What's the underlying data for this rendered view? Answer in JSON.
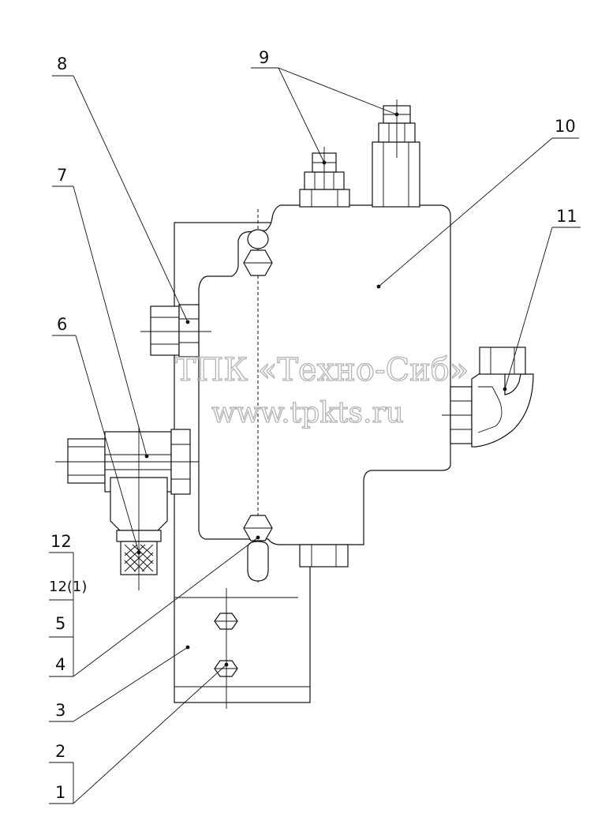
{
  "labels": {
    "l1": "1",
    "l2": "2",
    "l3": "3",
    "l4": "4",
    "l5": "5",
    "l6": "6",
    "l7": "7",
    "l8": "8",
    "l9": "9",
    "l10": "10",
    "l11": "11",
    "l12": "12",
    "l12_1": "12(1)"
  },
  "watermark": {
    "line1": "ТПК «Техно-Сиб»",
    "line2": "www.tpkts.ru"
  }
}
